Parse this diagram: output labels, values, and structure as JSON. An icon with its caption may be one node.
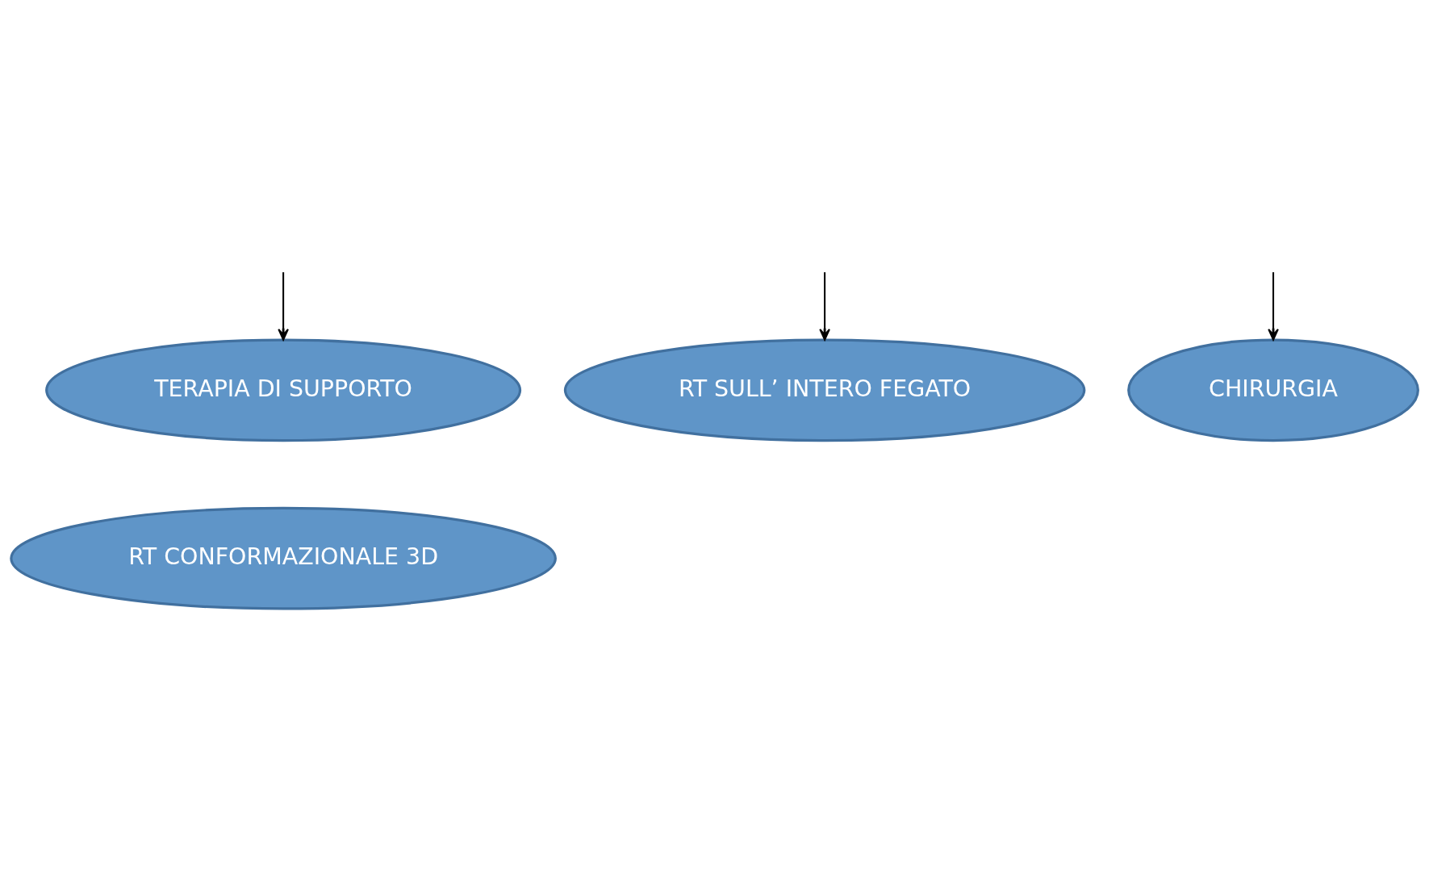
{
  "diagram": {
    "nodes": [
      {
        "text": [
          "TERAPIA DI SUPPORTO"
        ]
      },
      {
        "text": [
          "RT SULL’ INTERO FEGATO"
        ]
      },
      {
        "text": [
          "CHIRURGIA"
        ]
      },
      {
        "text": [
          "RT CONFORMAZIONALE 3D"
        ]
      }
    ],
    "edges": [
      {
        "from": null,
        "to": 0,
        "arrow": "to"
      },
      {
        "from": null,
        "to": 2,
        "arrow": "to"
      },
      {
        "from": null,
        "to": 1,
        "arrow": "to"
      }
    ]
  }
}
